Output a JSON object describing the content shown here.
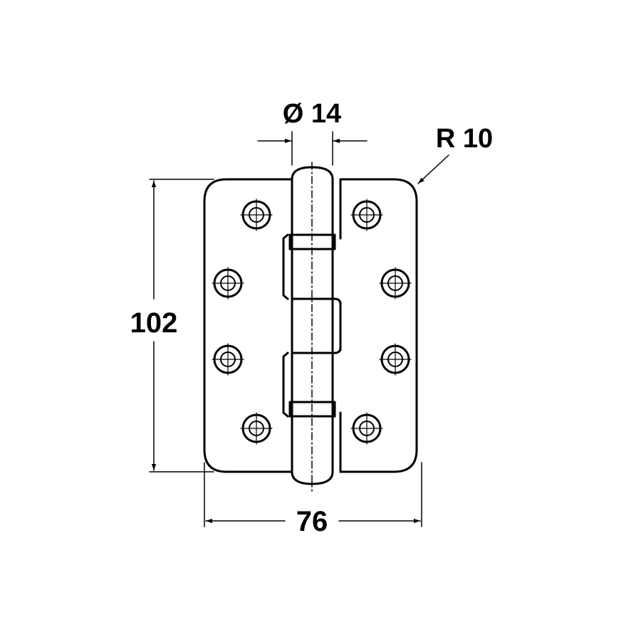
{
  "drawing": {
    "line_color": "#000000",
    "background_color": "#ffffff"
  },
  "dimensions": {
    "pin_diameter": "Ø 14",
    "corner_radius": "R 10",
    "height": "102",
    "width": "76"
  }
}
